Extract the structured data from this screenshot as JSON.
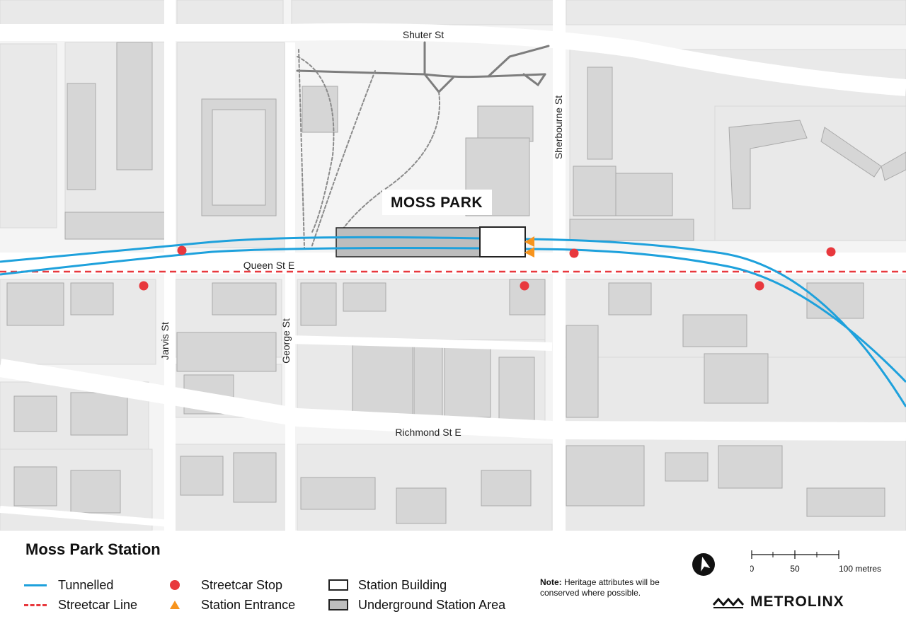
{
  "map": {
    "station_name": "MOSS PARK",
    "streets": {
      "shuter": "Shuter St",
      "sherbourne": "Sherbourne St",
      "queen": "Queen St E",
      "jarvis": "Jarvis St",
      "george": "George St",
      "richmond": "Richmond St E"
    }
  },
  "legend": {
    "title": "Moss Park Station",
    "items": [
      {
        "symbol": "tunnelled-line",
        "label": "Tunnelled"
      },
      {
        "symbol": "streetcar-line",
        "label": "Streetcar Line"
      },
      {
        "symbol": "streetcar-stop",
        "label": "Streetcar Stop"
      },
      {
        "symbol": "station-entrance",
        "label": "Station Entrance"
      },
      {
        "symbol": "station-building",
        "label": "Station Building"
      },
      {
        "symbol": "underground-station-area",
        "label": "Underground Station Area"
      }
    ],
    "note_label": "Note:",
    "note_text": "Heritage attributes will be conserved where possible."
  },
  "scale": {
    "ticks": [
      "0",
      "50",
      "100 metres"
    ]
  },
  "brand": {
    "name": "METROLINX"
  },
  "colors": {
    "tunnel": "#1ea1dc",
    "streetcar": "#e8383d",
    "entrance": "#f7941d",
    "underground_area": "#bdbdbd",
    "block": "#e9e9e9",
    "building": "#d4d4d4",
    "street": "#ffffff"
  },
  "icons": [
    "north-arrow-icon",
    "metrolinx-logo-icon"
  ]
}
